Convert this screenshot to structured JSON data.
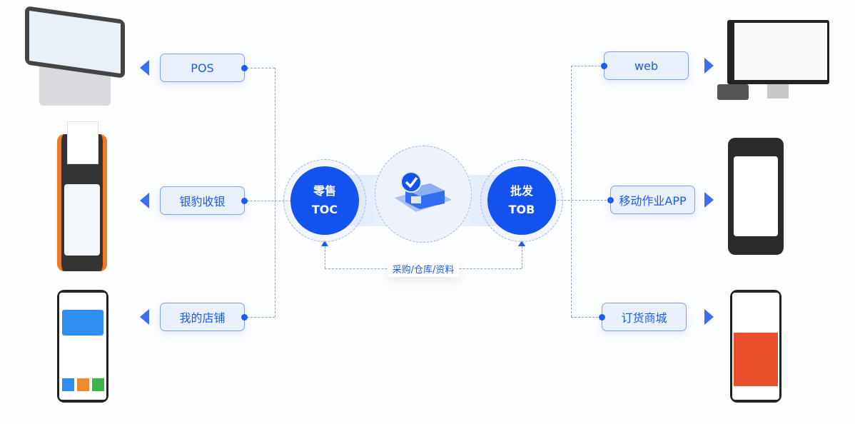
{
  "left": [
    {
      "label": "POS"
    },
    {
      "label": "银豹收银"
    },
    {
      "label": "我的店铺"
    }
  ],
  "right": [
    {
      "label": "web"
    },
    {
      "label": "移动作业APP"
    },
    {
      "label": "订货商城"
    }
  ],
  "center": {
    "retail_line1": "零售",
    "retail_line2": "TOC",
    "wholesale_line1": "批发",
    "wholesale_line2": "TOB",
    "shared": "采购/仓库/资料",
    "icon": "store-check-icon"
  },
  "colors": {
    "accent": "#1452f0",
    "border": "#7fa3ea"
  }
}
